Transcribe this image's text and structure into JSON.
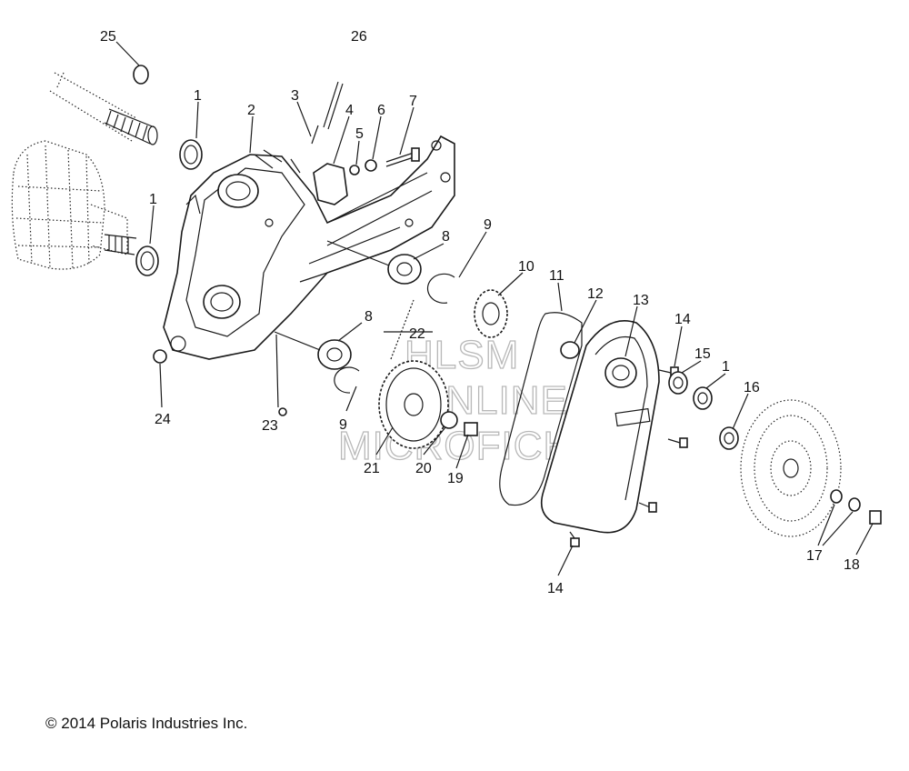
{
  "callouts": {
    "c1a": "1",
    "c1b": "1",
    "c1c": "1",
    "c2": "2",
    "c3": "3",
    "c4": "4",
    "c5": "5",
    "c6": "6",
    "c7": "7",
    "c8a": "8",
    "c8b": "8",
    "c9a": "9",
    "c9b": "9",
    "c10": "10",
    "c11": "11",
    "c12": "12",
    "c13": "13",
    "c14a": "14",
    "c14b": "14",
    "c15": "15",
    "c16": "16",
    "c17": "17",
    "c18": "18",
    "c19": "19",
    "c20": "20",
    "c21": "21",
    "c22": "22",
    "c23": "23",
    "c24": "24",
    "c25": "25",
    "c26": "26"
  },
  "watermark": {
    "line1": "HLSM",
    "line2": "ONLINE",
    "line3": "MICROFICHE"
  },
  "copyright": "© 2014 Polaris Industries Inc."
}
